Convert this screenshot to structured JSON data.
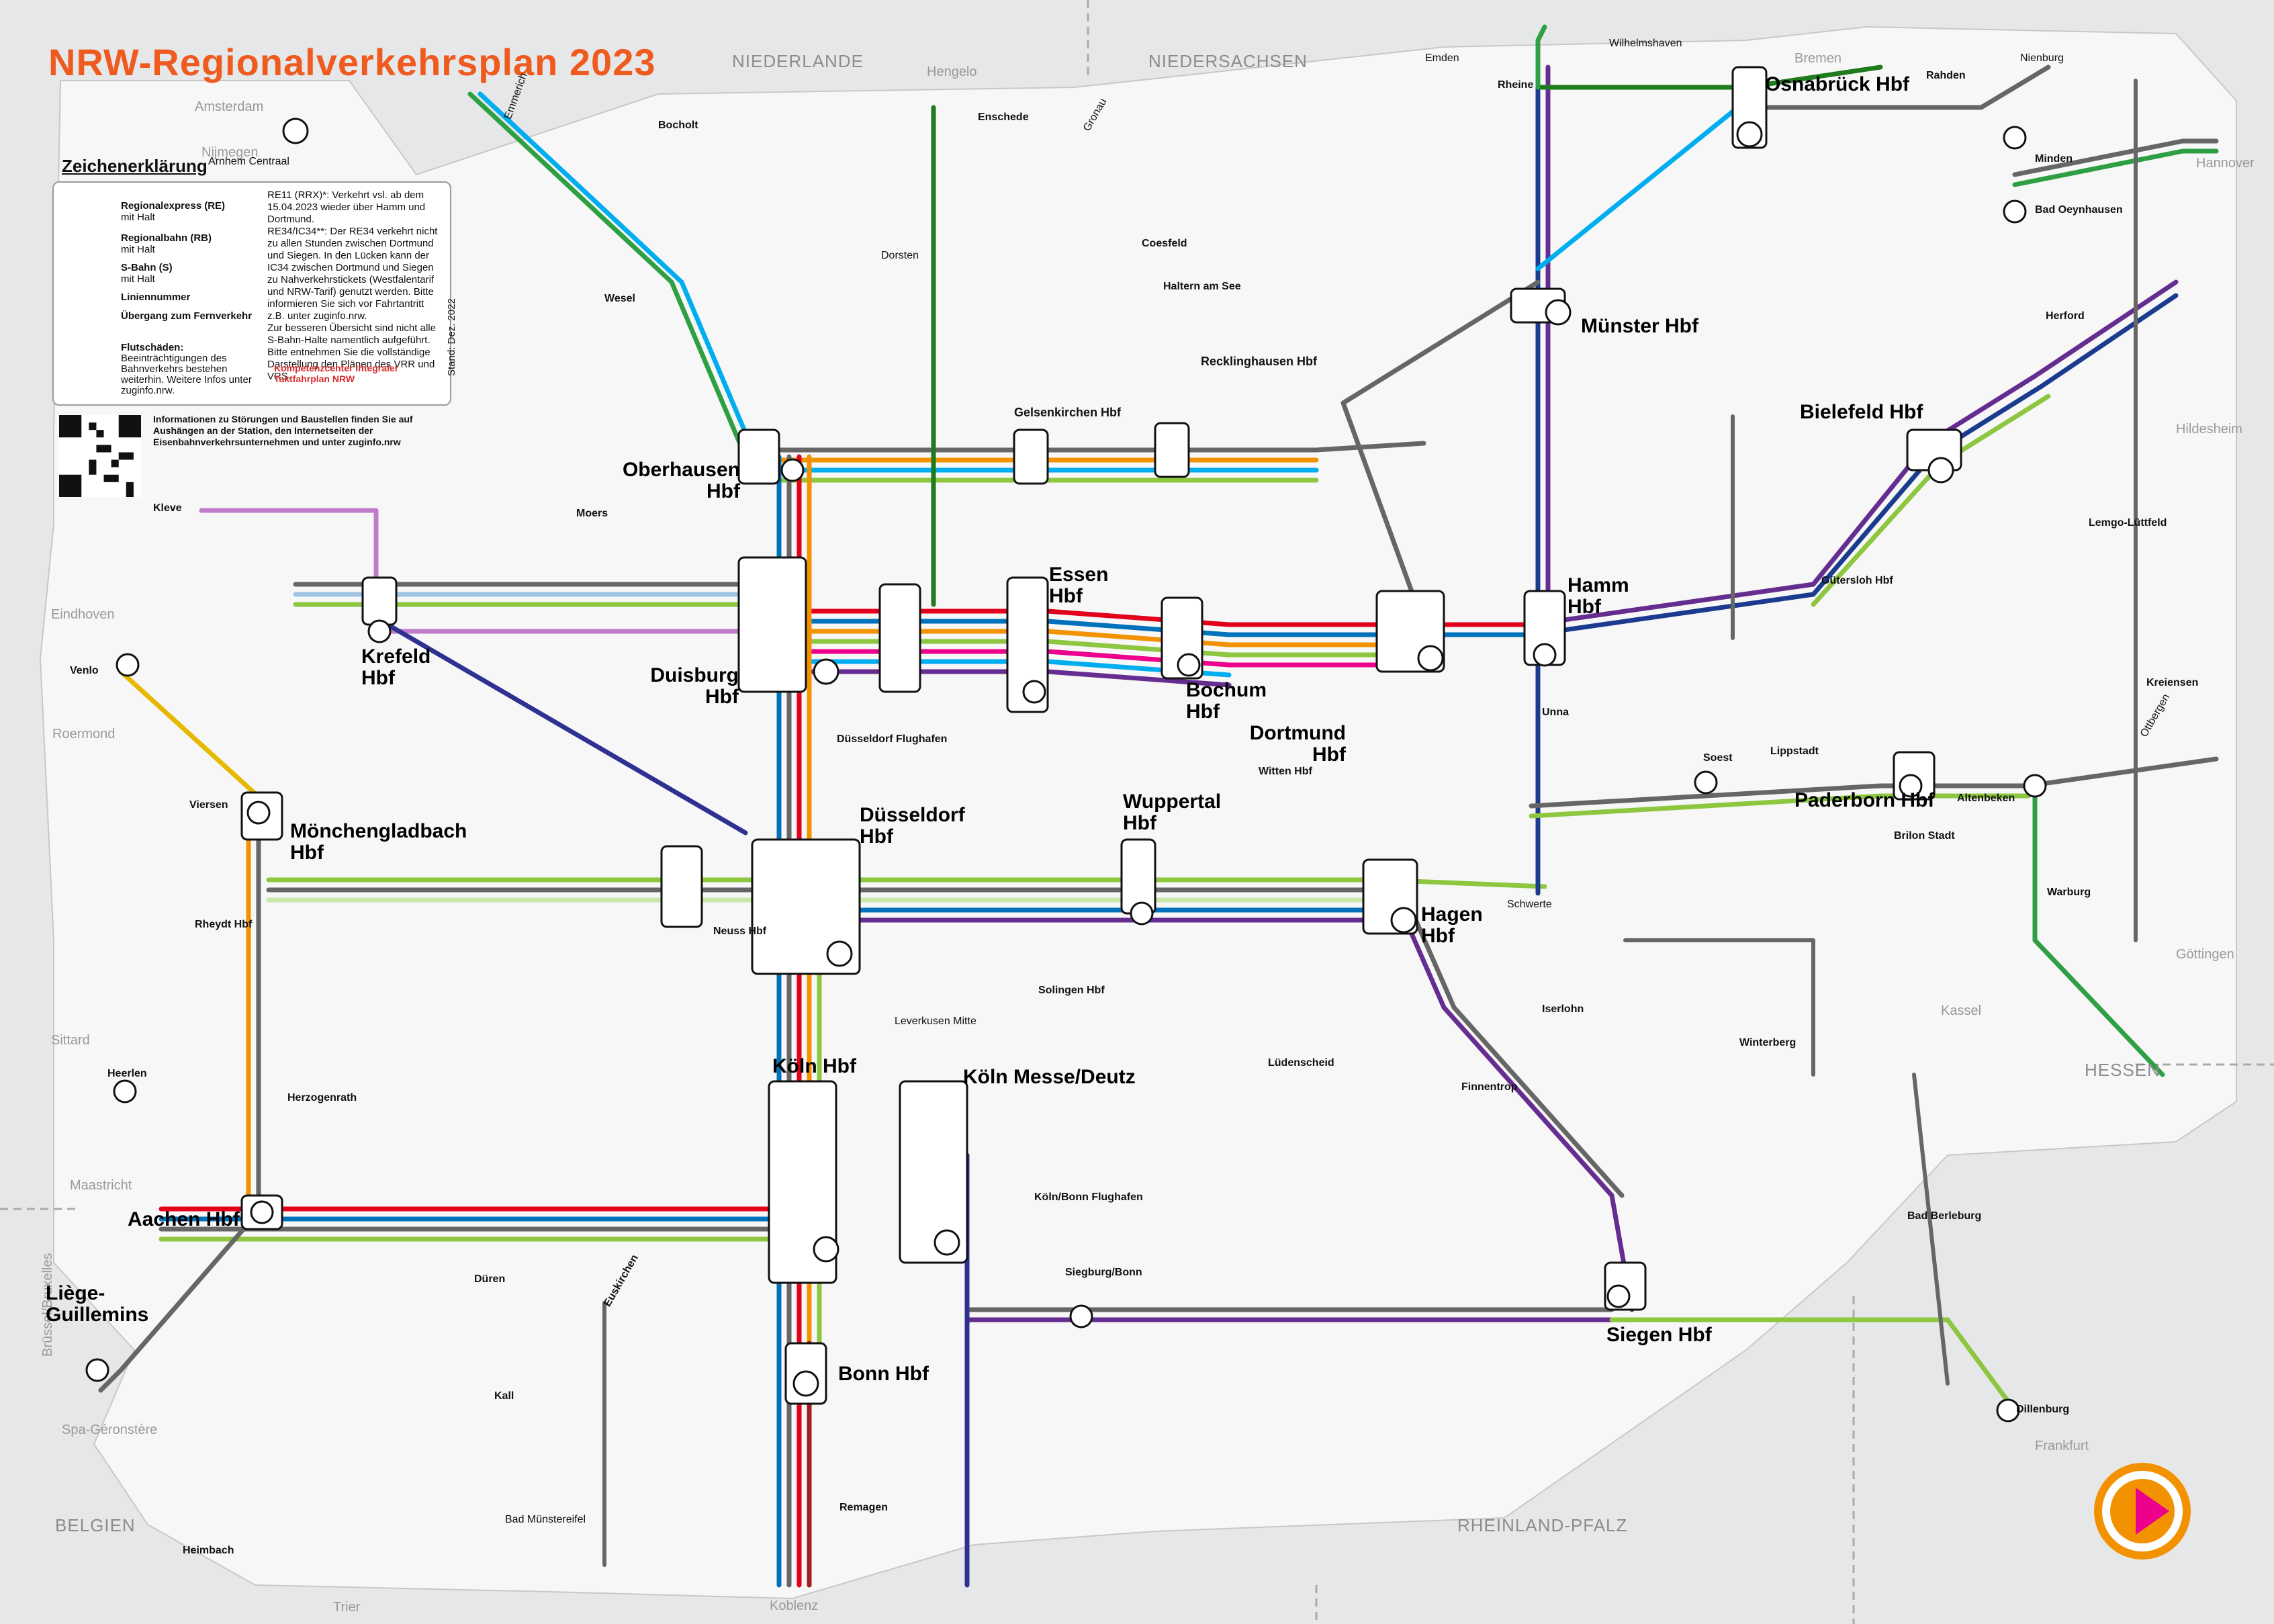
{
  "title": "NRW-Regionalverkehrsplan 2023",
  "legend": {
    "heading": "Zeichenerklärung",
    "items": [
      {
        "label": "Regionalexpress (RE)",
        "sub": "mit Halt"
      },
      {
        "label": "Regionalbahn (RB)",
        "sub": "mit Halt"
      },
      {
        "label": "S-Bahn (S)",
        "sub": "mit Halt"
      },
      {
        "label": "Liniennummer",
        "sub": ""
      },
      {
        "label": "Übergang zum Fernverkehr",
        "sub": ""
      },
      {
        "label": "Flutschäden:",
        "sub": "Beeinträchtigungen des Bahnverkehrs bestehen weiterhin. Weitere Infos unter zuginfo.nrw."
      }
    ],
    "note_re11": "RE11 (RRX)*: Verkehrt vsl. ab dem 15.04.2023 wieder über Hamm und Dortmund.",
    "note_re34": "RE34/IC34**: Der RE34 verkehrt nicht zu allen Stunden zwischen Dortmund und Siegen. In den Lücken kann der IC34 zwischen Dortmund und Siegen zu Nahverkehrstickets (Westfalentarif und NRW-Tarif) genutzt werden. Bitte informieren Sie sich vor Fahrtantritt z.B. unter zuginfo.nrw.",
    "note_sbahn": "Zur besseren Übersicht sind nicht alle S-Bahn-Halte namentlich aufgeführt. Bitte entnehmen Sie die vollständige Darstellung den Plänen des VRR und VRS.",
    "stand": "Stand: Dez. 2022",
    "kompetenz": "Kompetenzcenter Integraler Taktfahrplan NRW"
  },
  "qr_text": "Informationen zu Störungen und Baustellen finden Sie auf Aushängen an der Station, den Internetseiten der Eisenbahnverkehrsunternehmen und unter zuginfo.nrw",
  "regions": [
    "NIEDERLANDE",
    "NIEDERSACHSEN",
    "BELGIEN",
    "RHEINLAND-PFALZ",
    "HESSEN"
  ],
  "outside": [
    "Amsterdam",
    "Nijmegen",
    "Hengelo",
    "Bremen",
    "Hannover",
    "Hildesheim",
    "Göttingen",
    "Kassel",
    "Frankfurt",
    "Brüssel/Bruxelles",
    "Maastricht",
    "Sittard",
    "Eindhoven",
    "Roermond",
    "Spa-Géronstère",
    "Koblenz",
    "Trier"
  ],
  "hubs": [
    {
      "name": "Duisburg Hbf"
    },
    {
      "name": "Essen Hbf"
    },
    {
      "name": "Bochum Hbf"
    },
    {
      "name": "Dortmund Hbf"
    },
    {
      "name": "Düsseldorf Hbf"
    },
    {
      "name": "Köln Hbf"
    },
    {
      "name": "Köln Messe/Deutz"
    },
    {
      "name": "Münster Hbf"
    },
    {
      "name": "Bielefeld Hbf"
    },
    {
      "name": "Osnabrück Hbf"
    },
    {
      "name": "Hamm Hbf"
    },
    {
      "name": "Hagen Hbf"
    },
    {
      "name": "Wuppertal Hbf"
    },
    {
      "name": "Aachen Hbf"
    },
    {
      "name": "Bonn Hbf"
    },
    {
      "name": "Siegen Hbf"
    },
    {
      "name": "Paderborn Hbf"
    },
    {
      "name": "Mönchengladbach Hbf"
    },
    {
      "name": "Krefeld Hbf"
    },
    {
      "name": "Oberhausen Hbf"
    },
    {
      "name": "Gelsenkirchen Hbf"
    },
    {
      "name": "Recklinghausen Hbf"
    },
    {
      "name": "Liège-Guillemins"
    }
  ],
  "stations": [
    "Arnhem Centraal",
    "Emmerich",
    "Wesel",
    "Bocholt",
    "Kleve",
    "Moers",
    "Venlo",
    "Viersen",
    "Rheydt Hbf",
    "Heerlen",
    "Herzogenrath",
    "Düren",
    "Euskirchen",
    "Kall",
    "Siegburg/Bonn",
    "Gütersloh Hbf",
    "Herford",
    "Minden",
    "Lemgo-Lüttfeld",
    "Altenbeken",
    "Warburg",
    "Brilon Stadt",
    "Soest",
    "Lippstadt",
    "Unna",
    "Iserlohn",
    "Lüdenscheid",
    "Finnentrop",
    "Bad Berleburg",
    "Dillenburg",
    "Rheine",
    "Coesfeld",
    "Enschede",
    "Gronau",
    "Dorsten",
    "Haltern am See",
    "Solingen Hbf",
    "Leverkusen Mitte",
    "Bad Münstereifel",
    "Heimbach",
    "Remagen",
    "Köln/Bonn Flughafen",
    "Düsseldorf Flughafen",
    "Neuss Hbf",
    "Witten Hbf",
    "Schwerte",
    "Winterberg",
    "Kreiensen",
    "Ottbergen",
    "Bad Oeynhausen",
    "Rahden",
    "Nienburg",
    "Emden",
    "Wilhelmshaven"
  ]
}
